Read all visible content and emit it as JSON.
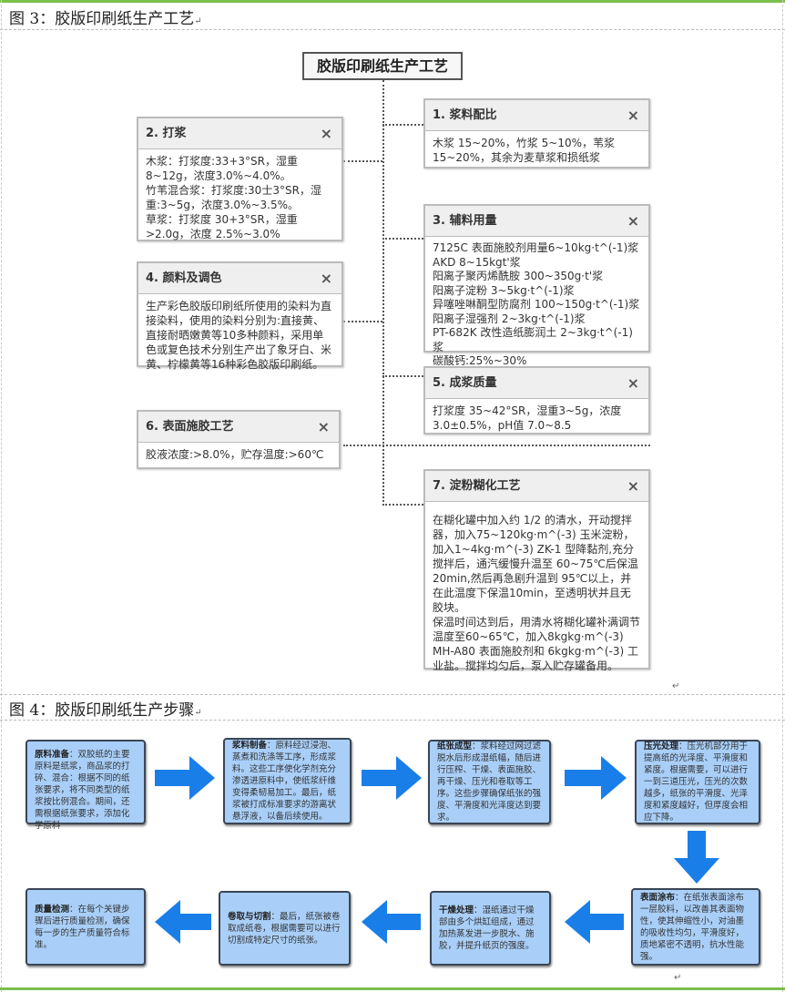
{
  "fig3": {
    "caption": "图 3：胶版印刷纸生产工艺",
    "root": "胶版印刷纸生产工艺",
    "cards": [
      {
        "title": "1. 浆料配比",
        "body": "木浆 15~20%，竹浆 5~10%，苇浆 15~20%，其余为麦草浆和损纸浆"
      },
      {
        "title": "2. 打浆",
        "body": "木浆：打浆度:33+3°SR，湿重8~12g，浓度3.0%~4.0%。\n竹苇混合浆：打浆度:30士3°SR，湿重:3~5g，浓度3.0%~3.5%。\n草浆：打浆度 30+3°SR，湿重>2.0g，浓度 2.5%~3.0%"
      },
      {
        "title": "3. 辅料用量",
        "body": "7125C 表面施胶剂用量6~10kg·t^(-1)浆\nAKD 8~15kgt'浆\n阳离子聚丙烯酰胺 300~350g·t'浆\n阳离子淀粉 3~5kg·t^(-1)浆\n异噻唑啉酮型防腐剂 100~150g·t^(-1)浆\n阳离子湿强剂 2~3kg·t^(-1)浆\nPT-682K 改性造纸膨润土 2~3kg·t^(-1)浆\n碳酸钙:25%~30%"
      },
      {
        "title": "4. 颜料及调色",
        "body": "生产彩色胶版印刷纸所使用的染料为直接染料，使用的染料分别为:直接黄、直接耐晒嫩黄等10多种颜料，采用单色或复色技术分别生产出了象牙白、米黄、柠檬黄等16种彩色胶版印刷纸。"
      },
      {
        "title": "5. 成浆质量",
        "body": "打浆度 35~42°SR，湿重3~5g，浓度 3.0±0.5%，pH值 7.0~8.5"
      },
      {
        "title": "6. 表面施胶工艺",
        "body": "胶液浓度:>8.0%，贮存温度:>60℃"
      },
      {
        "title": "7. 淀粉糊化工艺",
        "body": "在糊化罐中加入约 1/2 的清水，开动搅拌器，加入75~120kg·m^(-3) 玉米淀粉，加入1~4kg·m^(-3) ZK-1 型降黏剂,充分搅拌后，通汽缓慢升温至 60~75℃后保温20min,然后再急剧升温到 95℃以上，并在此温度下保温10min，至透明状并且无胶块。\n保温时间达到后，用清水将糊化罐补满调节温度至60~65℃，加入8kgkg·m^(-3) MH-A80 表面施胶剂和 6kgkg·m^(-3) 工业盐。搅拌均匀后，泵入贮存罐备用。"
      }
    ],
    "close": "×"
  },
  "fig4": {
    "caption": "图 4：胶版印刷纸生产步骤",
    "steps": [
      {
        "title": "原料准备",
        "body": "：双胶纸的主要原料是纸浆，商品浆的打碎、混合：根据不同的纸张要求，将不同类型的纸浆按比例混合。期间，还需根据纸张要求，添加化学原料"
      },
      {
        "title": "浆料制备",
        "body": "：原料经过浸泡、蒸煮和洗涤等工序，形成浆料。这些工序使化学剂充分渗透进原料中，使纸浆纤维变得柔韧易加工。最后，纸浆被打成标准要求的游离状悬浮液，以备后续使用。"
      },
      {
        "title": "纸张成型",
        "body": "：浆料经过网过滤脱水后形成湿纸幅，随后进行压榨、干燥、表面施胶、再干燥、压光和卷取等工序。这些步骤确保纸张的强度、平滑度和光泽度达到要求。"
      },
      {
        "title": "压光处理",
        "body": "：压光机部分用于提高纸的光泽度、平滑度和紧度。根据需要，可以进行一到三道压光，压光的次数越多，纸张的平滑度、光泽度和紧度越好，但厚度会相应下降。"
      },
      {
        "title": "表面涂布",
        "body": "：在纸张表面涂布一层胶料，以改善其表面物性，使其伸缩性小，对油墨的吸收性均匀，平滑度好，质地紧密不透明，抗水性能强。"
      },
      {
        "title": "干燥处理",
        "body": "：湿纸通过干燥部由多个烘缸组成，通过加热蒸发进一步脱水、施胶，并提升纸页的强度。"
      },
      {
        "title": "卷取与切割",
        "body": "：最后，纸张被卷取成纸卷，根据需要可以进行切割成特定尺寸的纸张。"
      },
      {
        "title": "质量检测",
        "body": "：在每个关键步骤后进行质量检测，确保每一步的生产质量符合标准。"
      }
    ]
  },
  "pilcrow": "↵",
  "colors": {
    "green": "#7cbf4a",
    "step_fill": "#a9cff8",
    "arrow": "#1a7ee8"
  }
}
